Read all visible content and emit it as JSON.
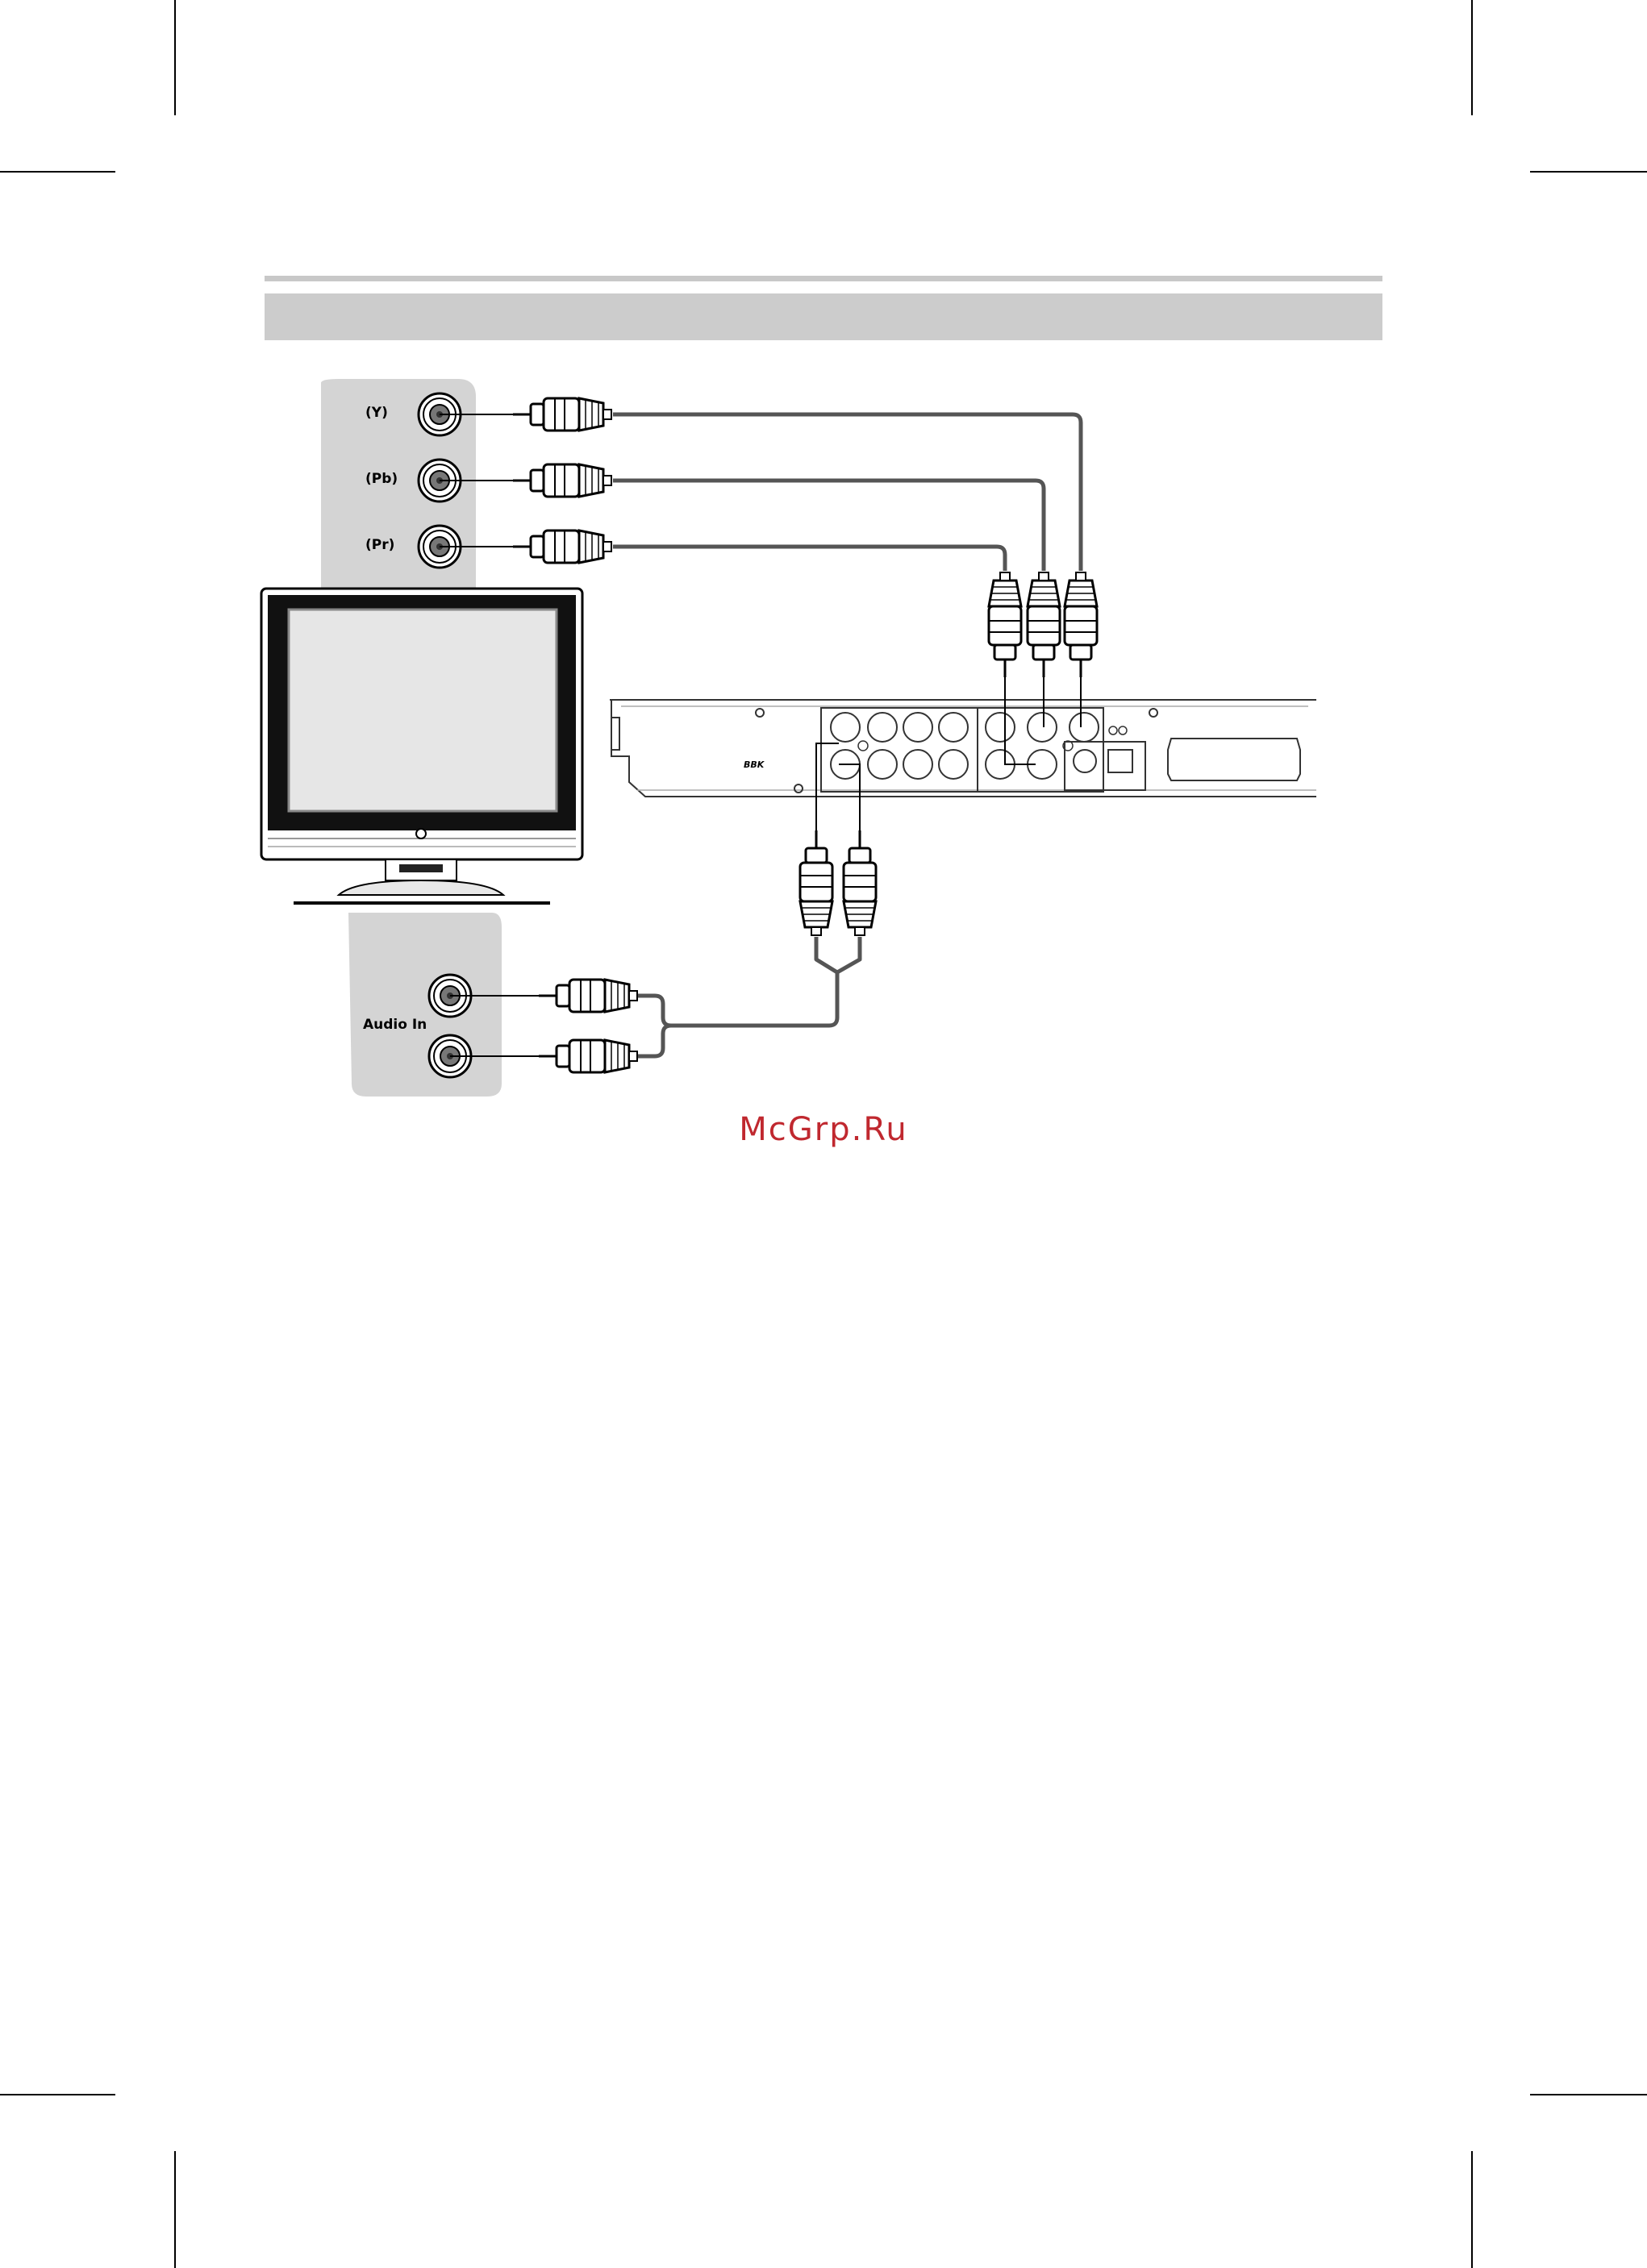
{
  "tv_component_panel": {
    "y_label": "(Y)",
    "pb_label": "(Pb)",
    "pr_label": "(Pr)"
  },
  "tv_audio_panel": {
    "audio_label": "Audio In"
  },
  "player": {
    "brand_logo": "BBK"
  },
  "watermark": "McGrp.Ru",
  "colors": {
    "panel": "#d4d4d4",
    "band": "#cccccc",
    "cable": "#555555",
    "watermark": "#c0282f"
  }
}
